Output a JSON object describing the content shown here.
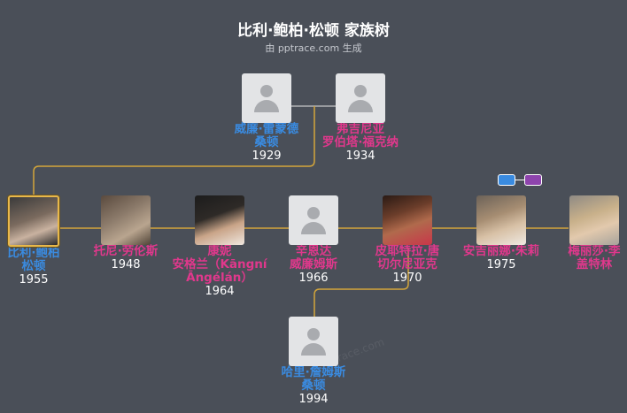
{
  "header": {
    "title": "比利·鲍柏·松顿 家族树",
    "subtitle": "由 pptrace.com 生成"
  },
  "colors": {
    "background": "#4a4f58",
    "line": "#d4a63a",
    "male": "#3a8be0",
    "female": "#e0388c",
    "selected_border": "#e8b84a"
  },
  "legend": {
    "male_color": "#3a8be0",
    "female_color": "#8e44ad"
  },
  "watermark": "pptrace.com",
  "people": {
    "father": {
      "name_lines": [
        "威廉·雷蒙德",
        "桑顿"
      ],
      "year": "1929",
      "gender": "male",
      "photo": "placeholder-avatar-icon"
    },
    "mother": {
      "name_lines": [
        "弗吉尼亚",
        "罗伯塔·福克纳"
      ],
      "year": "1934",
      "gender": "female",
      "photo": "placeholder-avatar-icon"
    },
    "self": {
      "name_lines": [
        "比利·鲍柏",
        "松顿"
      ],
      "year": "1955",
      "gender": "male",
      "photo": "portrait-photo"
    },
    "sp1": {
      "name_lines": [
        "托尼·劳伦斯"
      ],
      "year": "1948",
      "gender": "female",
      "photo": "portrait-photo"
    },
    "sp2": {
      "name_lines": [
        "康妮",
        "安格兰（Kāngní",
        "Āngélán）"
      ],
      "year": "1964",
      "gender": "female",
      "photo": "portrait-photo"
    },
    "sp3": {
      "name_lines": [
        "辛恩达",
        "威廉姆斯"
      ],
      "year": "1966",
      "gender": "female",
      "photo": "placeholder-avatar-icon"
    },
    "sp4": {
      "name_lines": [
        "皮耶特拉·唐",
        "切尔尼亚克"
      ],
      "year": "1970",
      "gender": "female",
      "photo": "portrait-photo"
    },
    "sp5": {
      "name_lines": [
        "安吉丽娜·朱莉"
      ],
      "year": "1975",
      "gender": "female",
      "photo": "portrait-photo"
    },
    "sp6": {
      "name_lines": [
        "梅丽莎·李",
        "盖特林"
      ],
      "year": "",
      "gender": "female",
      "photo": "portrait-photo"
    },
    "child": {
      "name_lines": [
        "哈里·詹姆斯",
        "桑顿"
      ],
      "year": "1994",
      "gender": "male",
      "photo": "placeholder-avatar-icon"
    }
  }
}
